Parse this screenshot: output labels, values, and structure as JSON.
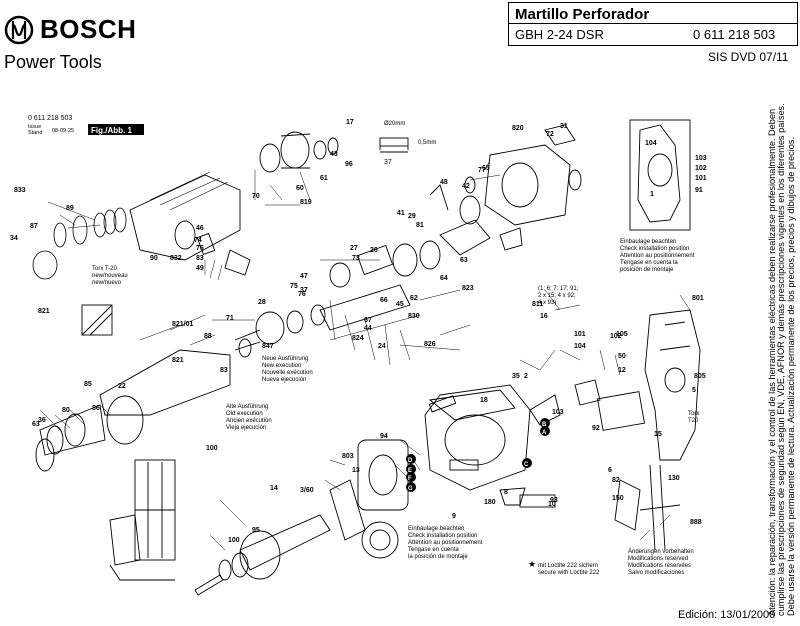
{
  "header": {
    "brand": "BOSCH",
    "subtitle": "Power Tools",
    "title": "Martillo Perforador",
    "model": "GBH 2-24 DSR",
    "part_number": "0 611 218 503",
    "sis": "SIS DVD 07/11"
  },
  "diagram": {
    "doc_number": "0 611 218 503",
    "issue_label": "Issue",
    "stand_label": "Stand",
    "date": "08-09-25",
    "fig": "Fig./Abb. 1",
    "torx_note": [
      "Torx T-20",
      "new/nouveau",
      "new/nuevo"
    ],
    "torx_t20": [
      "Torx",
      "T20"
    ],
    "new_exec": [
      "Neue Ausführung",
      "New execution",
      "Nouvelle exécution",
      "Nueva ejecución"
    ],
    "old_exec": [
      "Alte Ausführung",
      "Old execution",
      "Ancien exécution",
      "Vieja ejecución"
    ],
    "install_note": [
      "Einbaulage beachten",
      "Check installation position",
      "Attention au positionnement",
      "Téngase en cuenta la",
      "posición de montaje"
    ],
    "install_note_bottom": [
      "Einbaulage beachten",
      "Check installation position",
      "Attention au positionnement",
      "Tengase en cuenta",
      "la posición de montaje"
    ],
    "loctite": [
      "mit Loctite 222 sichern",
      "secure with Loctite 222"
    ],
    "changes": [
      "Änderungen vorbehalten",
      "Modifications reserved",
      "Modifications réservées",
      "Salvo modificaciones"
    ],
    "group_list": [
      "(1; 6; 7; 17; 91;",
      "2 x 15; 4 x 92;",
      "4 x 93)"
    ],
    "dims": [
      "Ø20mm",
      "0,5mm",
      "37"
    ],
    "labels": [
      "833",
      "34",
      "87",
      "89",
      "46",
      "74",
      "76",
      "83",
      "832",
      "49",
      "90",
      "70",
      "60",
      "819",
      "61",
      "43",
      "96",
      "17",
      "48",
      "820",
      "72",
      "31",
      "42",
      "65",
      "81",
      "77",
      "29",
      "41",
      "27",
      "73",
      "26",
      "64",
      "63",
      "823",
      "62",
      "830",
      "45",
      "67",
      "824",
      "24",
      "826",
      "66",
      "44",
      "37",
      "76",
      "75",
      "47",
      "821",
      "821/01",
      "71",
      "28",
      "88",
      "847",
      "83",
      "821",
      "22",
      "85",
      "36",
      "80",
      "86",
      "63",
      "100",
      "104",
      "103",
      "102",
      "101",
      "91",
      "1",
      "801",
      "811",
      "16",
      "35",
      "2",
      "18",
      "94",
      "803",
      "13",
      "14",
      "3/60",
      "95",
      "100",
      "103",
      "101",
      "104",
      "102",
      "105",
      "50",
      "12",
      "92",
      "15",
      "805",
      "5",
      "6",
      "82",
      "150",
      "130",
      "888",
      "180",
      "9",
      "10",
      "8",
      "93",
      "A",
      "B",
      "C",
      "D",
      "E",
      "F",
      "G"
    ]
  },
  "side_note": "Atención: la reparación, transformación y el control de las herramientas eléctricas deben realizarse profesionalmente. Deben cumplirse las prescripciones de seguridad según EN, VDE, AFNOR y demás prescripciones vigentes en los diferentes países. Debe usarse la versión permanente de lectura. Actualización permanente de los precios, precios y dibujos de precios.",
  "footer": {
    "edicion": "Edición: 13/01/2000"
  }
}
